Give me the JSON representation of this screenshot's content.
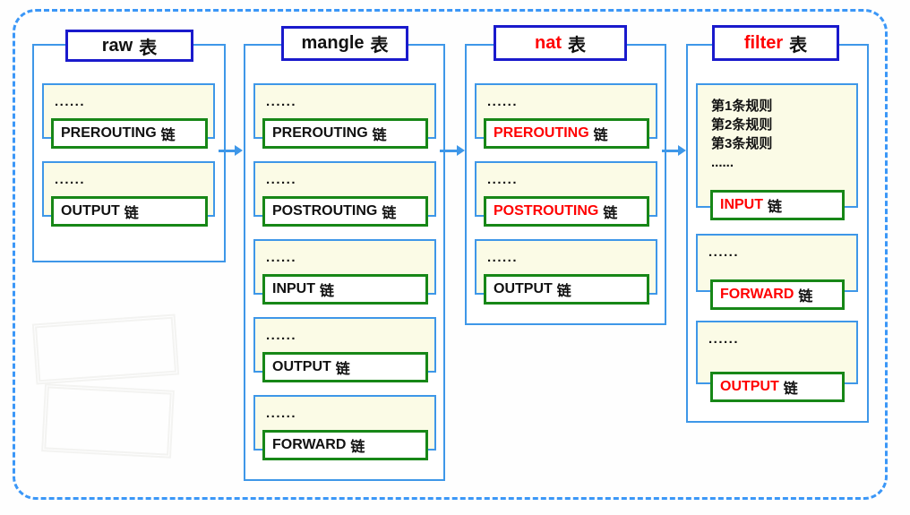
{
  "colors": {
    "outer_dashed_border": "#3b97f7",
    "container_border": "#3e97e8",
    "title_border": "#1a1acc",
    "chain_border": "#178717",
    "cream_bg": "#fbfbe6",
    "highlight_red": "#ff0000",
    "text_black": "#111111"
  },
  "diagram": {
    "tables": [
      {
        "name": "raw",
        "suffix": "表",
        "name_color": "#111111",
        "chains": [
          {
            "dots": "......",
            "label": "PREROUTING",
            "suffix": "链",
            "label_color": "#111111"
          },
          {
            "dots": "......",
            "label": "OUTPUT",
            "suffix": "链",
            "label_color": "#111111"
          }
        ]
      },
      {
        "name": "mangle",
        "suffix": "表",
        "name_color": "#111111",
        "chains": [
          {
            "dots": "......",
            "label": "PREROUTING",
            "suffix": "链",
            "label_color": "#111111"
          },
          {
            "dots": "......",
            "label": "POSTROUTING",
            "suffix": "链",
            "label_color": "#111111"
          },
          {
            "dots": "......",
            "label": "INPUT",
            "suffix": "链",
            "label_color": "#111111"
          },
          {
            "dots": "......",
            "label": "OUTPUT",
            "suffix": "链",
            "label_color": "#111111"
          },
          {
            "dots": "......",
            "label": "FORWARD",
            "suffix": "链",
            "label_color": "#111111"
          }
        ]
      },
      {
        "name": "nat",
        "suffix": "表",
        "name_color": "#ff0000",
        "chains": [
          {
            "dots": "......",
            "label": "PREROUTING",
            "suffix": "链",
            "label_color": "#ff0000"
          },
          {
            "dots": "......",
            "label": "POSTROUTING",
            "suffix": "链",
            "label_color": "#ff0000"
          },
          {
            "dots": "......",
            "label": "OUTPUT",
            "suffix": "链",
            "label_color": "#111111"
          }
        ]
      },
      {
        "name": "filter",
        "suffix": "表",
        "name_color": "#ff0000",
        "rules": [
          "第1条规则",
          "第2条规则",
          "第3条规则",
          "......"
        ],
        "chains": [
          {
            "label": "INPUT",
            "suffix": "链",
            "label_color": "#ff0000"
          },
          {
            "dots": "......",
            "label": "FORWARD",
            "suffix": "链",
            "label_color": "#ff0000"
          },
          {
            "dots": "......",
            "label": "OUTPUT",
            "suffix": "链",
            "label_color": "#ff0000"
          }
        ]
      }
    ]
  }
}
